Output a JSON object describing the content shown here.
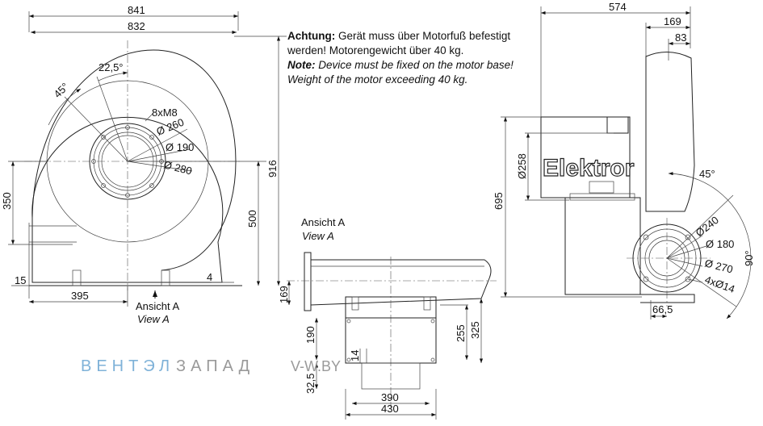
{
  "note": {
    "de_label": "Achtung:",
    "de_text": "Gerät muss über Motorfuß befestigt werden! Motorengewicht über 40 kg.",
    "en_label": "Note:",
    "en_text": "Device must be fixed on the motor base! Weight of the motor exceeding 40 kg."
  },
  "front": {
    "dims": {
      "width_outer": "841",
      "width_inner": "832",
      "angle_a": "22,5°",
      "angle_b": "45°",
      "bolts": "8xM8",
      "d1": "Ø 260",
      "d2": "Ø 190",
      "d3": "Ø 280",
      "height_total": "916",
      "height_500": "500",
      "height_350": "350",
      "dim_15": "15",
      "dim_395": "395",
      "dim_4": "4"
    },
    "view_de": "Ansicht A",
    "view_en": "View A"
  },
  "view_a": {
    "title_de": "Ansicht A",
    "title_en": "View A",
    "dims": {
      "d169": "169",
      "d190": "190",
      "d255": "255",
      "d325": "325",
      "d14": "14",
      "d32_5": "32,5",
      "d390": "390",
      "d430": "430"
    }
  },
  "side": {
    "brand": "Elektror",
    "dims": {
      "d574": "574",
      "d169": "169",
      "d83": "83",
      "d258": "Ø258",
      "d695": "695",
      "a45": "45°",
      "a90": "90°",
      "d240": "Ø240",
      "d180": "Ø 180",
      "d270": "Ø 270",
      "d4x14": "4xØ14",
      "d66_5": "66,5"
    }
  },
  "watermark": {
    "part1": "ВЕНТЭЛ",
    "part2": "ЗАПАД",
    "part3": "V-W.BY",
    "color1": "#7fb2d8",
    "color2": "#9a9a9a"
  }
}
